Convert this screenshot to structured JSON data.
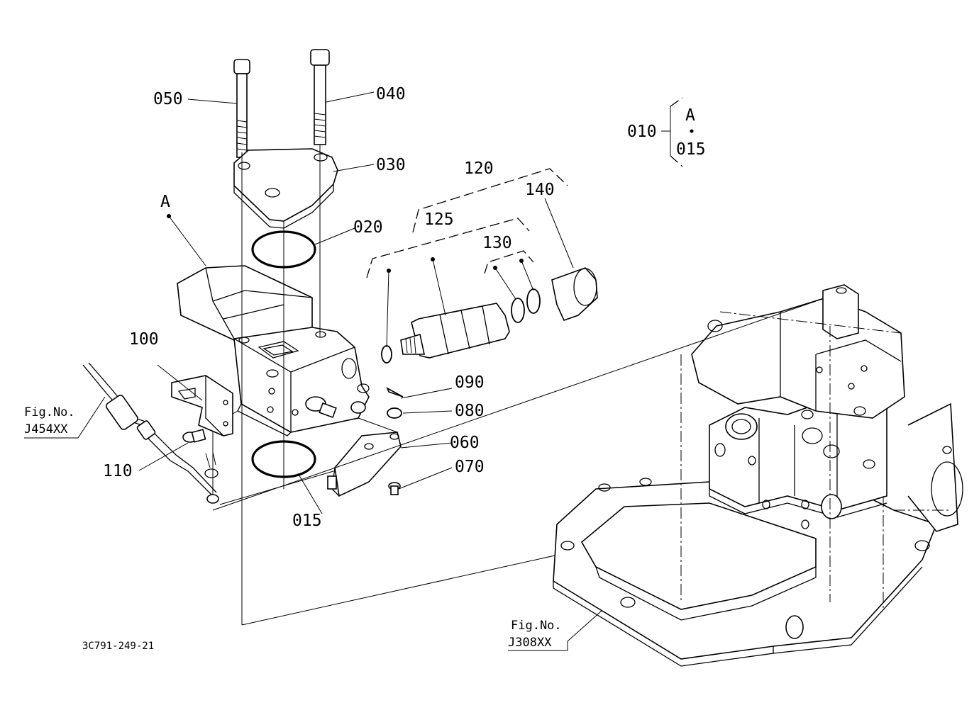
{
  "diagram": {
    "drawing_code": "3C791-249-21",
    "callouts": {
      "p050": "050",
      "p040": "040",
      "p030": "030",
      "p020": "020",
      "p015": "015",
      "p010": "010",
      "pA": "A",
      "pA_legend": "A",
      "p015_legend": "015",
      "p120": "120",
      "p125": "125",
      "p130": "130",
      "p140": "140",
      "p100": "100",
      "p110": "110",
      "p090": "090",
      "p080": "080",
      "p060": "060",
      "p070": "070"
    },
    "fig_refs": {
      "left_line1": "Fig.No.",
      "left_line2": "J454XX",
      "right_line1": "Fig.No.",
      "right_line2": "J308XX"
    }
  }
}
